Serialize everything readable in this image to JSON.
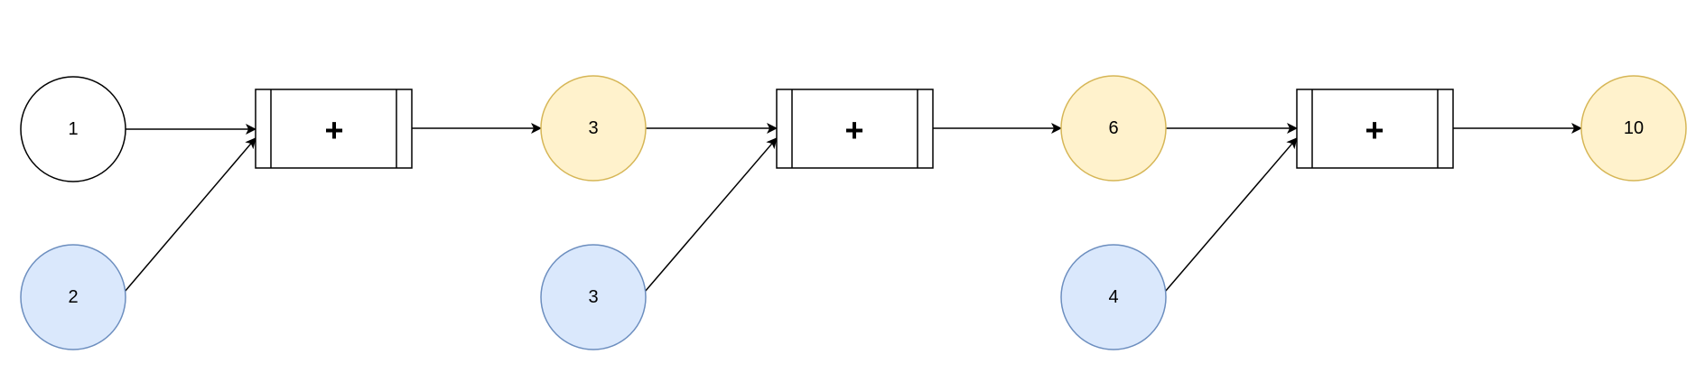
{
  "colors": {
    "white_fill": "#ffffff",
    "white_stroke": "#000000",
    "yellow_fill": "#fff2cc",
    "yellow_stroke": "#d6b656",
    "blue_fill": "#dae8fc",
    "blue_stroke": "#6c8ebf",
    "edge": "#000000"
  },
  "nodes": [
    {
      "id": "n1",
      "label": "1",
      "style": "white"
    },
    {
      "id": "n2",
      "label": "2",
      "style": "blue"
    },
    {
      "id": "p1",
      "label": "+",
      "style": "process"
    },
    {
      "id": "n3a",
      "label": "3",
      "style": "yellow"
    },
    {
      "id": "n3b",
      "label": "3",
      "style": "blue"
    },
    {
      "id": "p2",
      "label": "+",
      "style": "process"
    },
    {
      "id": "n6",
      "label": "6",
      "style": "yellow"
    },
    {
      "id": "n4",
      "label": "4",
      "style": "blue"
    },
    {
      "id": "p3",
      "label": "+",
      "style": "process"
    },
    {
      "id": "n10",
      "label": "10",
      "style": "yellow"
    }
  ],
  "edges": [
    {
      "from": "n1",
      "to": "p1"
    },
    {
      "from": "n2",
      "to": "p1"
    },
    {
      "from": "p1",
      "to": "n3a"
    },
    {
      "from": "n3a",
      "to": "p2"
    },
    {
      "from": "n3b",
      "to": "p2"
    },
    {
      "from": "p2",
      "to": "n6"
    },
    {
      "from": "n6",
      "to": "p3"
    },
    {
      "from": "n4",
      "to": "p3"
    },
    {
      "from": "p3",
      "to": "n10"
    }
  ]
}
